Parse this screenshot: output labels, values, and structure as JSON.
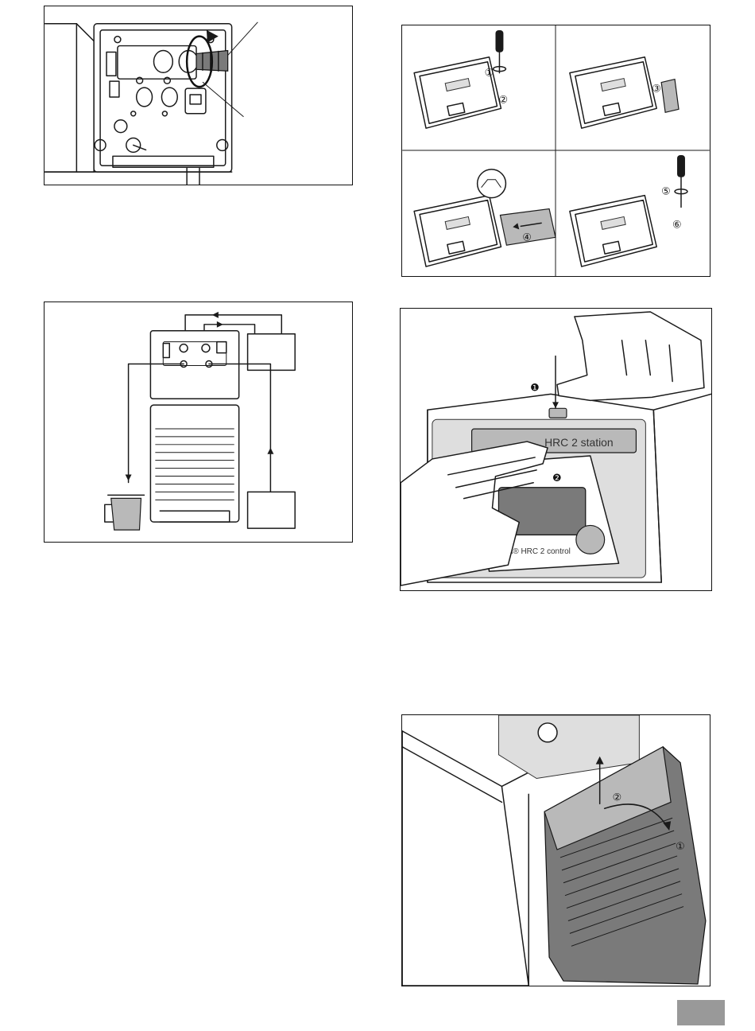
{
  "battery_steps": {
    "s1": "①",
    "s2": "②",
    "s3": "③",
    "s4": "④",
    "s5": "⑤",
    "s6": "⑥"
  },
  "station_labels": {
    "station_text": "HRC 2 station",
    "control_text": "IKA® HRC 2 control",
    "step1": "❶",
    "step2": "❷"
  },
  "cover_steps": {
    "s1": "①",
    "s2": "②"
  },
  "colors": {
    "page_tab": "#999999",
    "fill_gray": "#b9b9b9"
  }
}
